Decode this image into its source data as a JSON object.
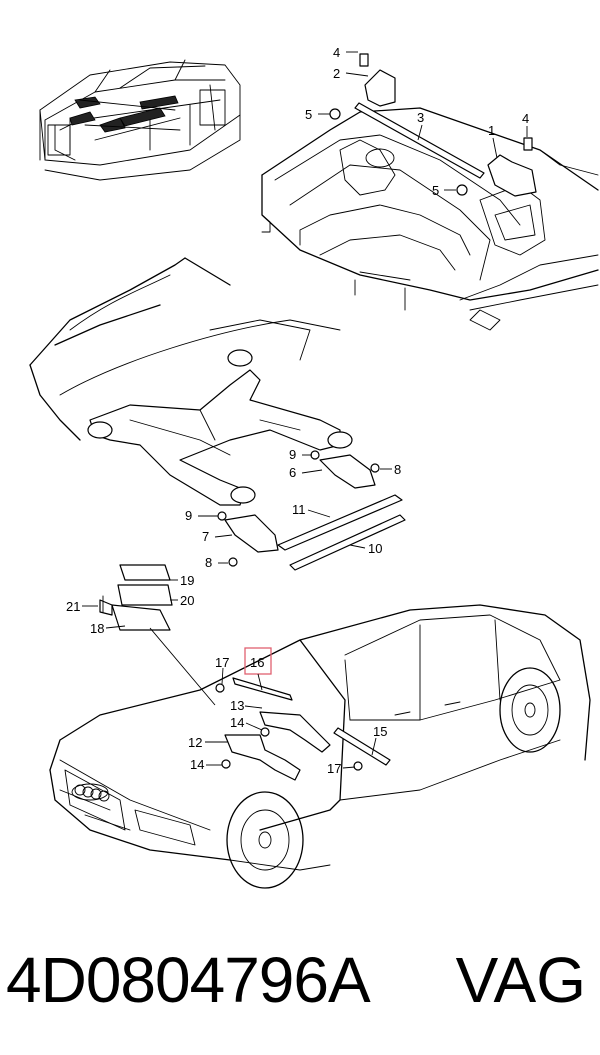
{
  "labels": {
    "l1": "1",
    "l2": "2",
    "l3": "3",
    "l4a": "4",
    "l4b": "4",
    "l5a": "5",
    "l5b": "5",
    "l6": "6",
    "l7": "7",
    "l8a": "8",
    "l8b": "8",
    "l9a": "9",
    "l9b": "9",
    "l10": "10",
    "l11": "11",
    "l12": "12",
    "l13": "13",
    "l14a": "14",
    "l14b": "14",
    "l15": "15",
    "l16": "16",
    "l17a": "17",
    "l17b": "17",
    "l18": "18",
    "l19": "19",
    "l20": "20",
    "l21": "21"
  },
  "highlight_color": "#e06070",
  "footer": {
    "part_number": "4D0804796A",
    "brand": "VAG"
  }
}
